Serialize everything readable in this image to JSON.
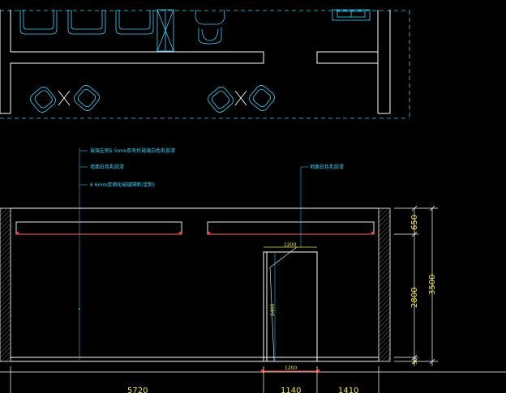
{
  "colors": {
    "background": "#000000",
    "line_white": "#ffffff",
    "line_cyan": "#39d5ff",
    "line_dash": "#39d5ff",
    "dim_yellow": "#f2e94a",
    "dim_red": "#ff3b30",
    "leader_cyan": "#2fb7e6"
  },
  "annotations": {
    "left_1": "玻璃左侧5 5mm厚有机玻璃白色乳胶漆",
    "left_2": "墙面白色乳胶漆",
    "left_3": "6 6mm厚钢化玻璃隔断(定制)",
    "right_1": "地面白色乳胶漆"
  },
  "dimensions": {
    "bottom": [
      "5720",
      "1140",
      "1410"
    ],
    "right": [
      "650",
      "2800",
      "50",
      "3500"
    ],
    "door_width_top": "1200",
    "door_width_bottom": "1200",
    "door_height": "2400"
  }
}
